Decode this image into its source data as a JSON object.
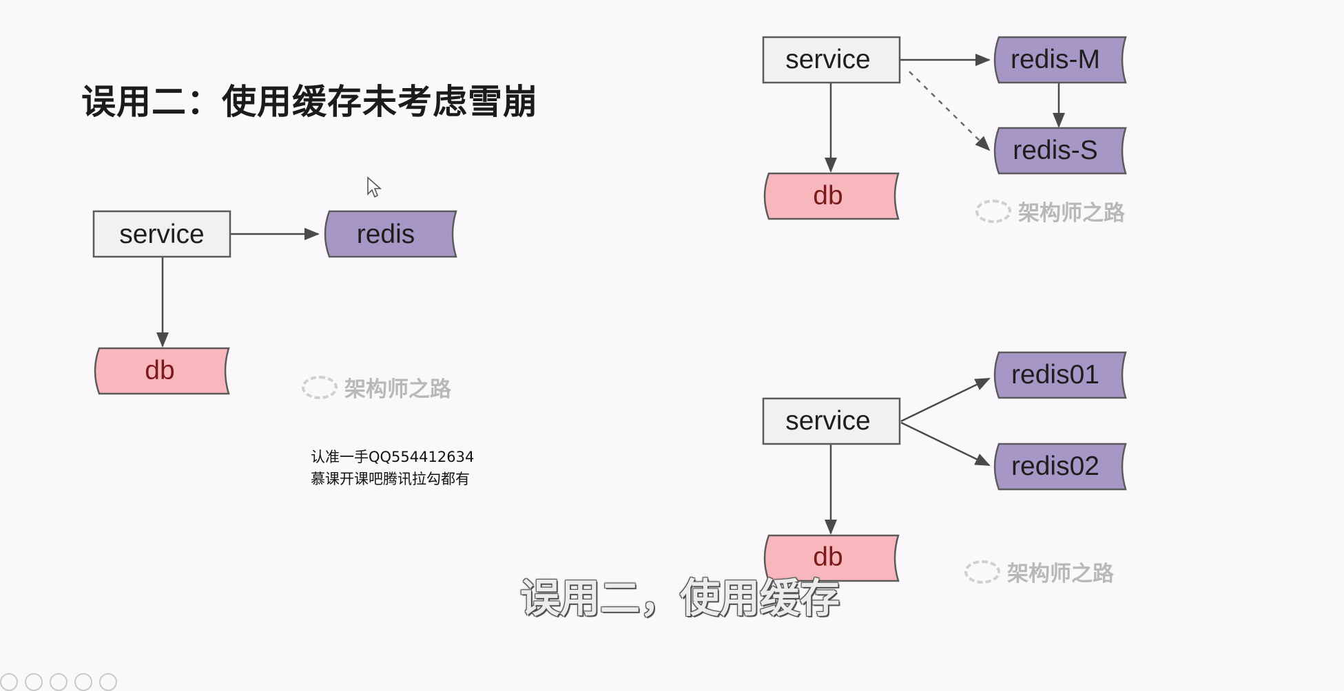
{
  "title": "误用二：使用缓存未考虑雪崩",
  "diagram_left": {
    "service": "service",
    "redis": "redis",
    "db": "db",
    "watermark": "架构师之路"
  },
  "diagram_top_right": {
    "service": "service",
    "redis_master": "redis-M",
    "redis_slave": "redis-S",
    "db": "db",
    "watermark": "架构师之路"
  },
  "diagram_bottom_right": {
    "service": "service",
    "redis01": "redis01",
    "redis02": "redis02",
    "db": "db",
    "watermark": "架构师之路"
  },
  "note": {
    "line1": "认准一手QQ554412634",
    "line2": "慕课开课吧腾讯拉勾都有"
  },
  "subtitle": "误用二，使用缓存",
  "colors": {
    "service_fill": "#f2f0f3",
    "redis_fill": "#a797c6",
    "db_fill": "#f7b7bd",
    "stroke": "#5a5a5a"
  }
}
